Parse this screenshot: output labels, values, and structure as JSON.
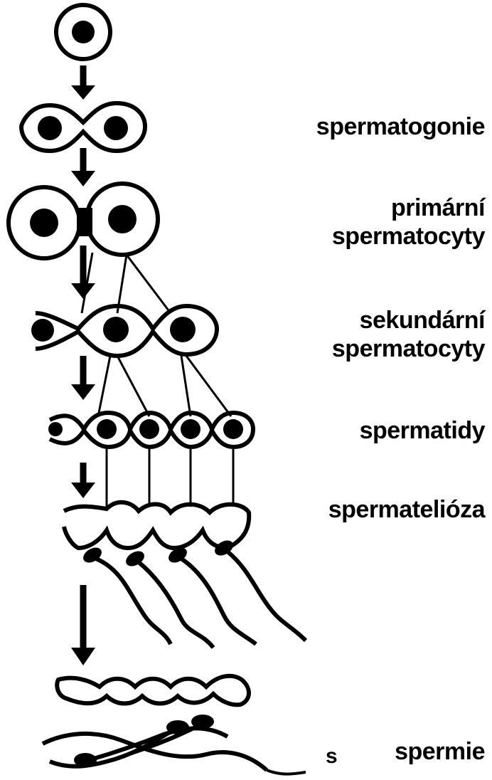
{
  "labels": {
    "spermatogonie": "spermatogonie",
    "primarni_line1": "primární",
    "primarni_line2": "spermatocyty",
    "sekundarni_line1": "sekundární",
    "sekundarni_line2": "spermatocyty",
    "spermatidy": "spermatidy",
    "spermateliosa": "spermatelióza",
    "spermie": "spermie",
    "s_mark": "s"
  }
}
